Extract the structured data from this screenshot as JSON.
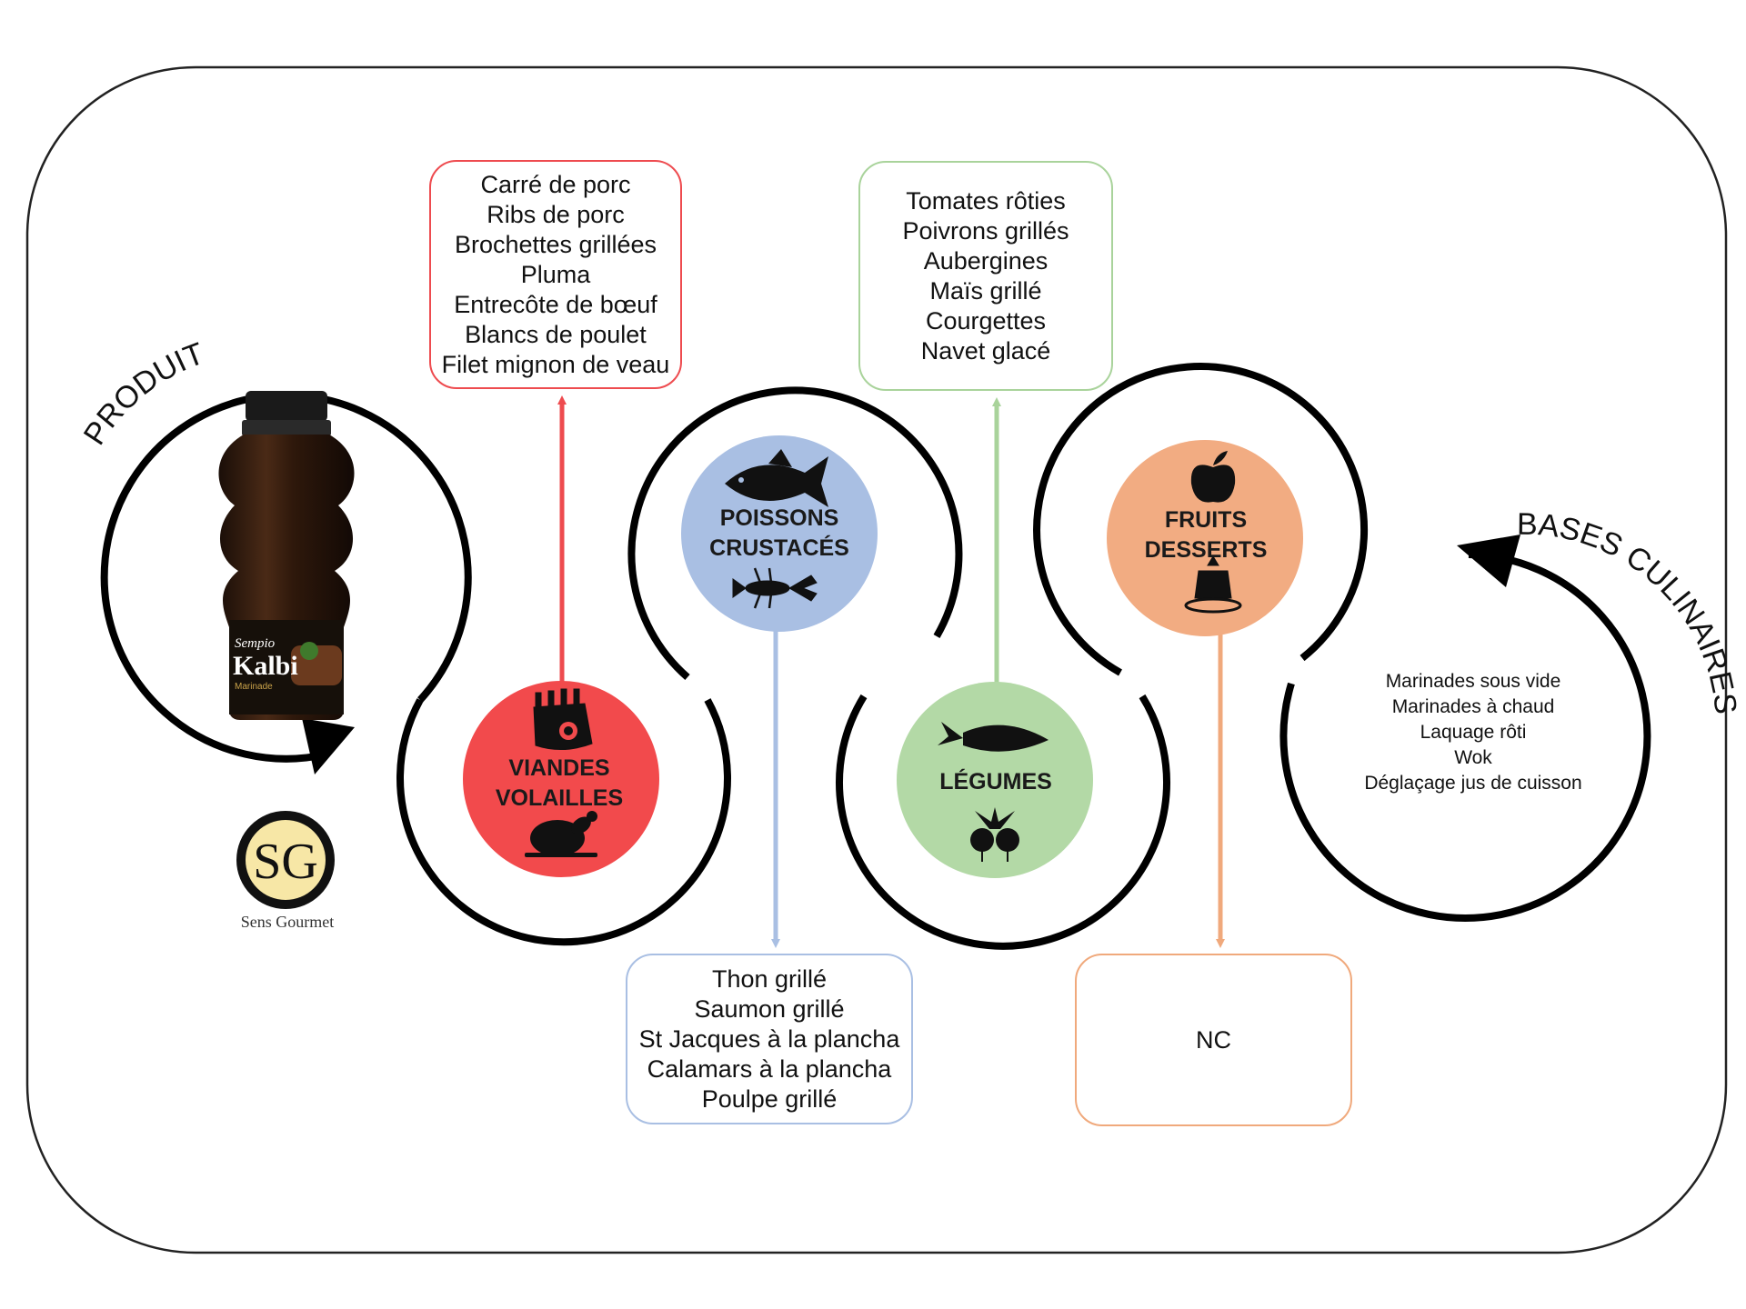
{
  "product": {
    "heading": "PRODUIT",
    "bottle_brand": "Sempio",
    "bottle_name": "Kalbi",
    "bottle_sub": "Marinade",
    "logo_monogram": "SG",
    "logo_caption": "Sens Gourmet"
  },
  "bases": {
    "heading": "BASES CULINAIRES",
    "items": [
      "Marinades sous vide",
      "Marinades à chaud",
      "Laquage rôti",
      "Wok",
      "Déglaçage jus de cuisson"
    ]
  },
  "categories": {
    "viandes": {
      "label_1": "VIANDES",
      "label_2": "VOLAILLES",
      "color": "#f24a4c",
      "line_color": "#ee4b4f",
      "items": [
        "Carré de porc",
        "Ribs de porc",
        "Brochettes grillées",
        "Pluma",
        "Entrecôte de bœuf",
        "Blancs de poulet",
        "Filet mignon de veau"
      ]
    },
    "poissons": {
      "label_1": "POISSONS",
      "label_2": "CRUSTACÉS",
      "color": "#a9bfe3",
      "line_color": "#a9bfe3",
      "items": [
        "Thon grillé",
        "Saumon grillé",
        "St Jacques à la plancha",
        "Calamars à la plancha",
        "Poulpe grillé"
      ]
    },
    "legumes": {
      "label_1": "LÉGUMES",
      "color": "#b3d9a6",
      "line_color": "#a9d39b",
      "items": [
        "Tomates rôties",
        "Poivrons grillés",
        "Aubergines",
        "Maïs grillé",
        "Courgettes",
        "Navet glacé"
      ]
    },
    "fruits": {
      "label_1": "FRUITS",
      "label_2": "DESSERTS",
      "color": "#f2ac82",
      "line_color": "#f0a97c",
      "items": [
        "NC"
      ]
    }
  },
  "icons": {
    "viandes_top": "rack-of-ribs-icon",
    "viandes_bottom": "roast-chicken-icon",
    "poissons_top": "fish-icon",
    "poissons_bottom": "lobster-icon",
    "legumes_top": "carrot-icon",
    "legumes_bottom": "radish-icon",
    "fruits_top": "apple-icon",
    "fruits_bottom": "pudding-icon"
  }
}
